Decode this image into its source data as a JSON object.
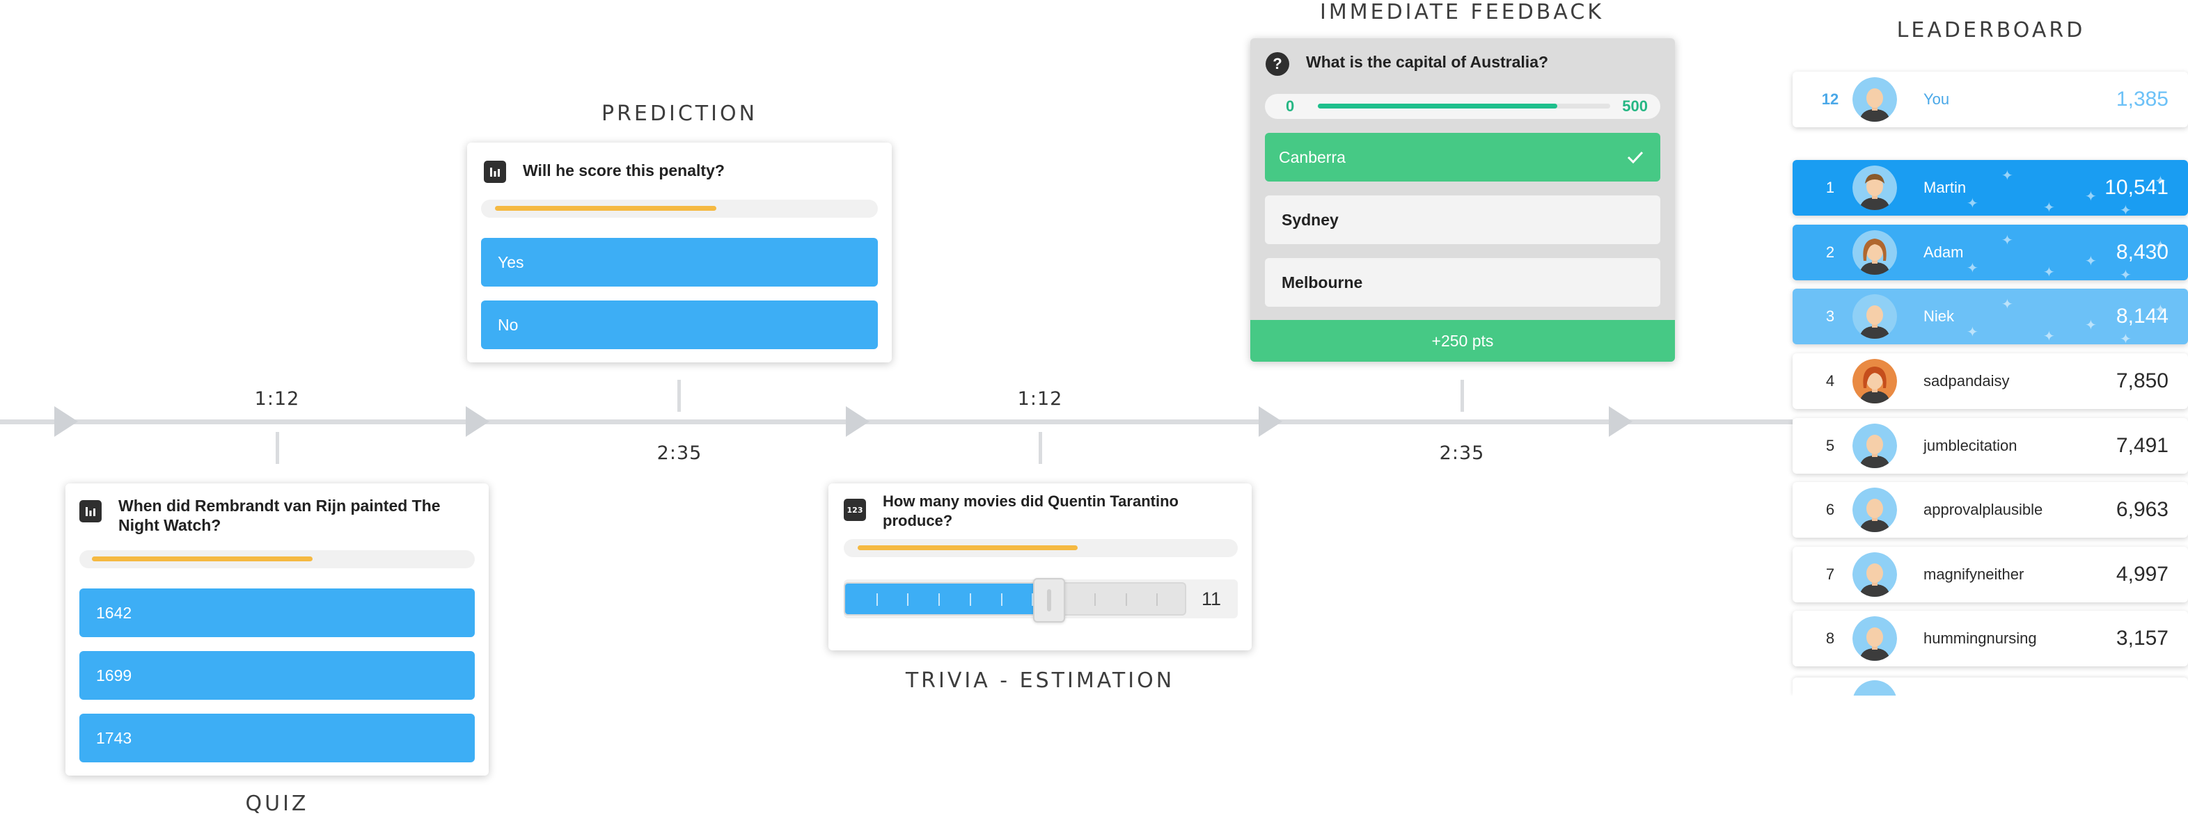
{
  "colors": {
    "accent_blue": "#3daef5",
    "timer_orange": "#f5b942",
    "correct_green": "#46c985",
    "leader_1": "#1a9df2",
    "leader_2": "#3aacf5",
    "leader_3": "#6cc1f7"
  },
  "sections": {
    "prediction": "PREDICTION",
    "immediate_feedback": "IMMEDIATE FEEDBACK",
    "leaderboard": "LEADERBOARD",
    "quiz": "QUIZ",
    "trivia_estimation": "TRIVIA - ESTIMATION"
  },
  "timeline": {
    "time_a": "1:12",
    "time_b": "2:35",
    "time_c": "1:12",
    "time_d": "2:35"
  },
  "prediction": {
    "icon": "bar-chart-icon",
    "question": "Will he score this penalty?",
    "timer_remaining": 0.6,
    "answers": [
      "Yes",
      "No"
    ]
  },
  "quiz": {
    "icon": "bar-chart-icon",
    "question": "When did Rembrandt van Rijn painted The Night Watch?",
    "timer_remaining": 0.6,
    "answers": [
      "1642",
      "1699",
      "1743"
    ]
  },
  "trivia": {
    "icon": "number-123-icon",
    "icon_text": "123",
    "question": "How many movies did Quentin Tarantino produce?",
    "timer_remaining": 0.6,
    "slider_value": "11",
    "slider_fraction": 0.6
  },
  "feedback": {
    "icon": "question-icon",
    "question": "What is the capital of Australia?",
    "range_min": "0",
    "range_max": "500",
    "range_fraction": 0.82,
    "correct_answer": "Canberra",
    "options": [
      "Sydney",
      "Melbourne"
    ],
    "points": "+250 pts"
  },
  "leaderboard": {
    "you": {
      "rank": "12",
      "name": "You",
      "score": "1,385"
    },
    "rows": [
      {
        "rank": "1",
        "name": "Martin",
        "score": "10,541"
      },
      {
        "rank": "2",
        "name": "Adam",
        "score": "8,430"
      },
      {
        "rank": "3",
        "name": "Niek",
        "score": "8,144"
      },
      {
        "rank": "4",
        "name": "sadpandaisy",
        "score": "7,850"
      },
      {
        "rank": "5",
        "name": "jumblecitation",
        "score": "7,491"
      },
      {
        "rank": "6",
        "name": "approvalplausible",
        "score": "6,963"
      },
      {
        "rank": "7",
        "name": "magnifyneither",
        "score": "4,997"
      },
      {
        "rank": "8",
        "name": "hummingnursing",
        "score": "3,157"
      }
    ]
  }
}
